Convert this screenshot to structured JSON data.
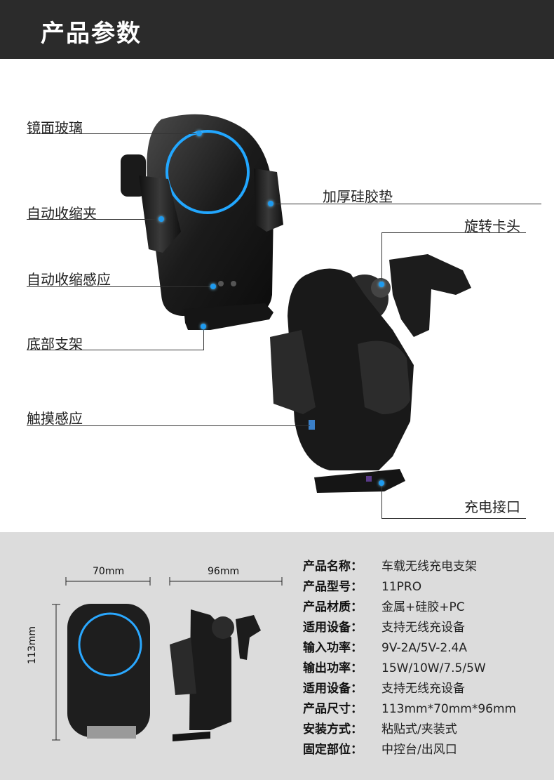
{
  "header": {
    "title": "产品参数"
  },
  "callouts": {
    "mirror_glass": "镜面玻璃",
    "auto_clamp": "自动收缩夹",
    "auto_sensor": "自动收缩感应",
    "bottom_bracket": "底部支架",
    "touch_sensor": "触摸感应",
    "silicone_pad": "加厚硅胶垫",
    "rotating_clip": "旋转卡头",
    "charging_port": "充电接口"
  },
  "dimensions": {
    "width": "70mm",
    "depth": "96mm",
    "height": "113mm"
  },
  "specs": [
    {
      "label": "产品名称：",
      "value": "车载无线充电支架"
    },
    {
      "label": "产品型号：",
      "value": "11PRO"
    },
    {
      "label": "产品材质：",
      "value": "金属+硅胶+PC"
    },
    {
      "label": "适用设备：",
      "value": "支持无线充设备"
    },
    {
      "label": "输入功率：",
      "value": "9V-2A/5V-2.4A"
    },
    {
      "label": "输出功率：",
      "value": "15W/10W/7.5/5W"
    },
    {
      "label": "适用设备：",
      "value": "支持无线充设备"
    },
    {
      "label": "产品尺寸：",
      "value": "113mm*70mm*96mm"
    },
    {
      "label": "安装方式：",
      "value": "粘贴式/夹装式"
    },
    {
      "label": "固定部位：",
      "value": "中控台/出风口"
    }
  ],
  "colors": {
    "header_bg": "#2b2b2b",
    "accent_blue": "#1e9bf0",
    "bottom_bg": "#dcdcdc"
  }
}
